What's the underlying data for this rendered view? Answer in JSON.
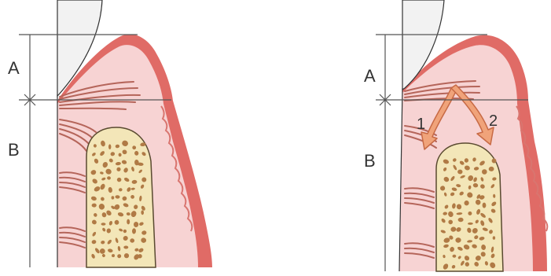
{
  "left_panel": {
    "label_a": "A",
    "label_b": "B"
  },
  "right_panel": {
    "label_a": "A",
    "label_b": "B",
    "arrow_1_label": "1",
    "arrow_2_label": "2"
  },
  "colors": {
    "gingiva_outer": "#e06b66",
    "gingiva_inner": "#f7d3d3",
    "bone_fill": "#f3e6b8",
    "bone_outline": "#5a4a30",
    "bone_pores": "#b07a45",
    "fibers": "#b5655a",
    "tooth": "#f2f2f2",
    "arrow_fill": "#f0a37a",
    "arrow_stroke": "#c76a45"
  }
}
